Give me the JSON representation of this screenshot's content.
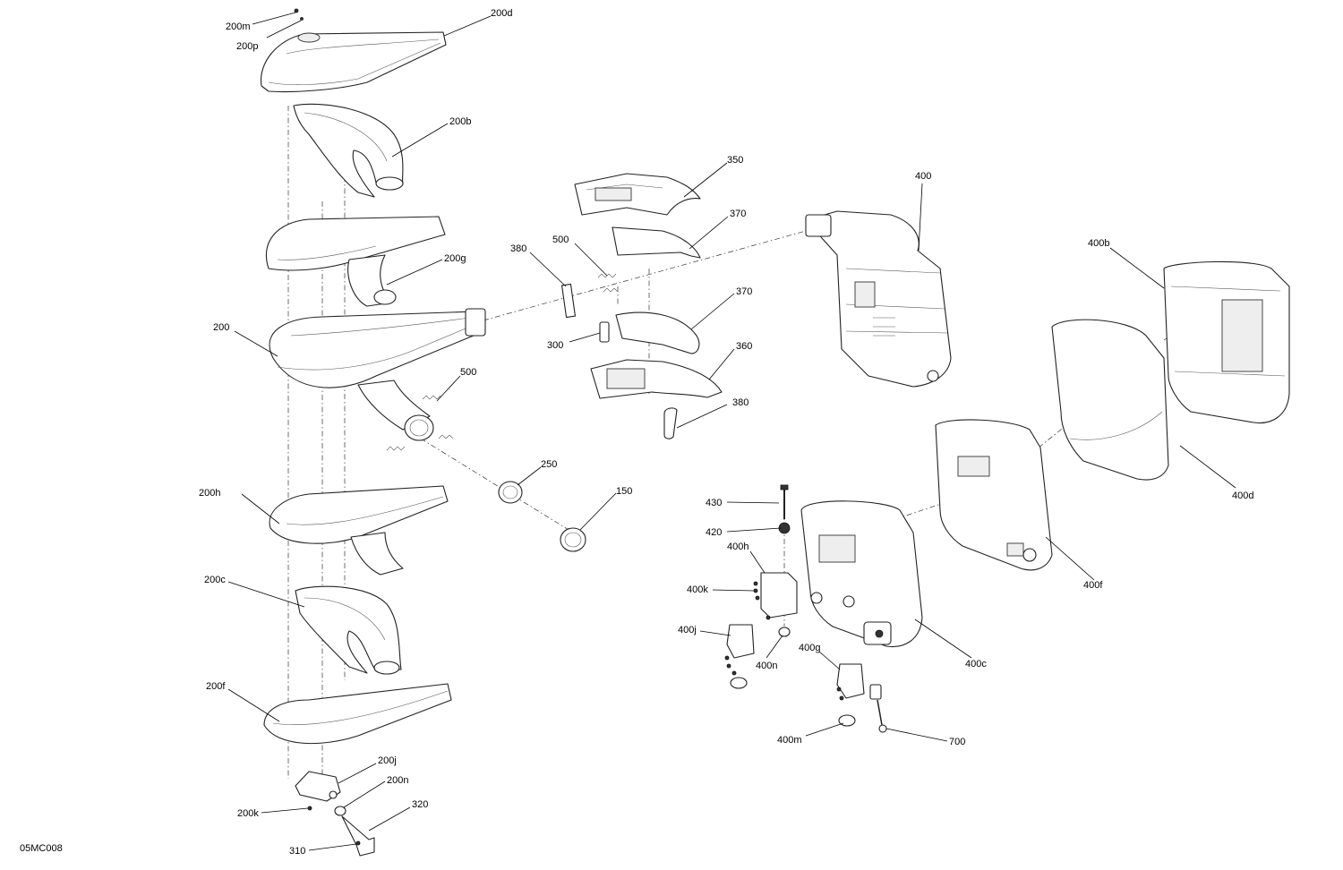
{
  "drawing_code": "05MC008",
  "callouts": [
    {
      "id": "200m",
      "text": "200m"
    },
    {
      "id": "200p",
      "text": "200p"
    },
    {
      "id": "200d",
      "text": "200d"
    },
    {
      "id": "200b",
      "text": "200b"
    },
    {
      "id": "200g",
      "text": "200g"
    },
    {
      "id": "200",
      "text": "200"
    },
    {
      "id": "500a",
      "text": "500"
    },
    {
      "id": "500b",
      "text": "500"
    },
    {
      "id": "200h",
      "text": "200h"
    },
    {
      "id": "200c",
      "text": "200c"
    },
    {
      "id": "200f",
      "text": "200f"
    },
    {
      "id": "200j",
      "text": "200j"
    },
    {
      "id": "200n",
      "text": "200n"
    },
    {
      "id": "200k",
      "text": "200k"
    },
    {
      "id": "320",
      "text": "320"
    },
    {
      "id": "310",
      "text": "310"
    },
    {
      "id": "250",
      "text": "250"
    },
    {
      "id": "150",
      "text": "150"
    },
    {
      "id": "350",
      "text": "350"
    },
    {
      "id": "370a",
      "text": "370"
    },
    {
      "id": "380a",
      "text": "380"
    },
    {
      "id": "370b",
      "text": "370"
    },
    {
      "id": "300",
      "text": "300"
    },
    {
      "id": "360",
      "text": "360"
    },
    {
      "id": "380b",
      "text": "380"
    },
    {
      "id": "400",
      "text": "400"
    },
    {
      "id": "400b",
      "text": "400b"
    },
    {
      "id": "400d",
      "text": "400d"
    },
    {
      "id": "400f",
      "text": "400f"
    },
    {
      "id": "400c",
      "text": "400c"
    },
    {
      "id": "430",
      "text": "430"
    },
    {
      "id": "420",
      "text": "420"
    },
    {
      "id": "400h",
      "text": "400h"
    },
    {
      "id": "400k",
      "text": "400k"
    },
    {
      "id": "400j",
      "text": "400j"
    },
    {
      "id": "400n",
      "text": "400n"
    },
    {
      "id": "400g",
      "text": "400g"
    },
    {
      "id": "400m",
      "text": "400m"
    },
    {
      "id": "700",
      "text": "700"
    }
  ]
}
